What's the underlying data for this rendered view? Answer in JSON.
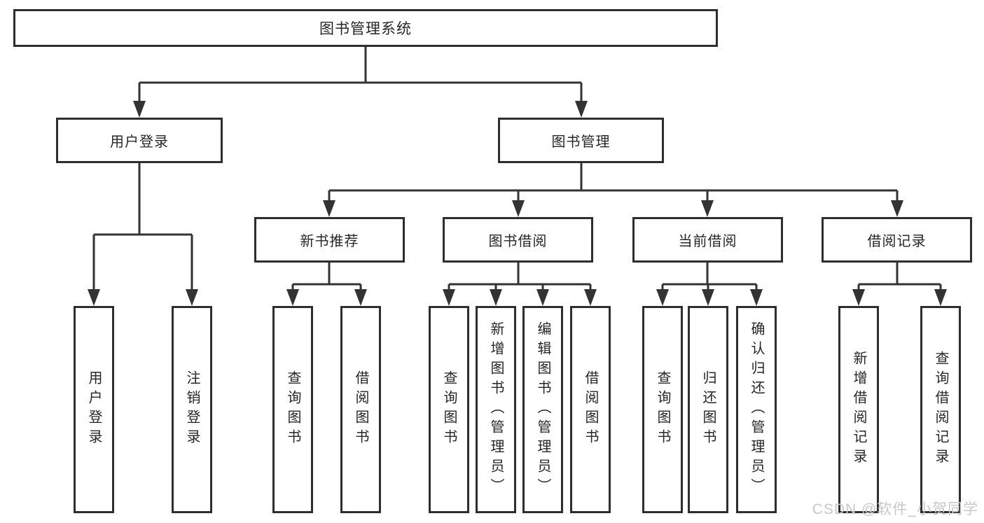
{
  "colors": {
    "background": "#ffffff",
    "line": "#333333",
    "box_border": "#2e2e2e",
    "text": "#262626",
    "watermark": "#c8c8c8"
  },
  "watermark": "CSDN @软件_小贺同学",
  "tree": {
    "root": "图书管理系统",
    "branches": [
      {
        "label": "用户登录",
        "children": [
          "用户登录",
          "注销登录"
        ]
      },
      {
        "label": "图书管理",
        "sections": [
          {
            "label": "新书推荐",
            "children": [
              "查询图书",
              "借阅图书"
            ]
          },
          {
            "label": "图书借阅",
            "children": [
              "查询图书",
              "新增图书（管理员）",
              "编辑图书（管理员）",
              "借阅图书"
            ]
          },
          {
            "label": "当前借阅",
            "children": [
              "查询图书",
              "归还图书",
              "确认归还（管理员）"
            ]
          },
          {
            "label": "借阅记录",
            "children": [
              "新增借阅记录",
              "查询借阅记录"
            ]
          }
        ]
      }
    ]
  }
}
